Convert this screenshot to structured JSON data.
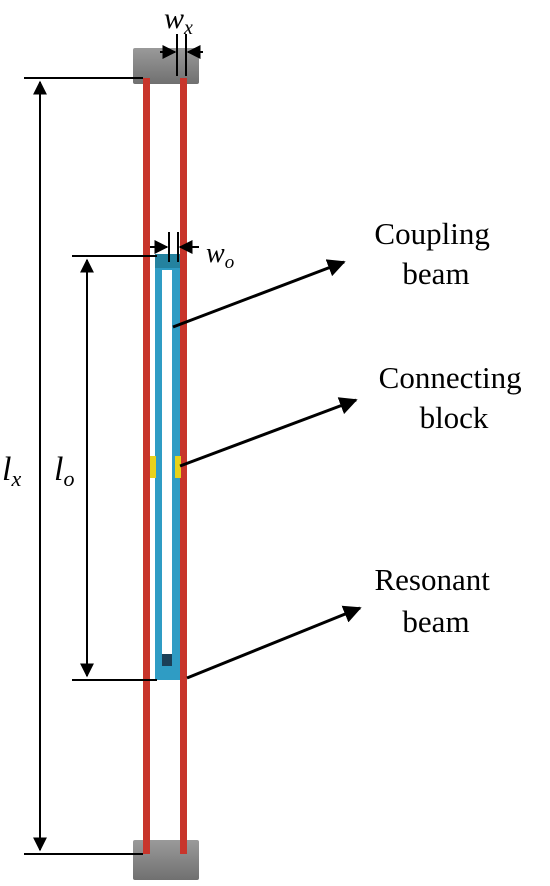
{
  "dimensions": {
    "total_length": {
      "symbol": "l",
      "subscript": "x"
    },
    "coupling_length": {
      "symbol": "l",
      "subscript": "o"
    },
    "beam_width": {
      "symbol": "w",
      "subscript": "x"
    },
    "coupling_width": {
      "symbol": "w",
      "subscript": "o"
    }
  },
  "callouts": {
    "coupling_beam": {
      "line1": "Coupling",
      "line2": "beam"
    },
    "connecting_block": {
      "line1": "Connecting",
      "line2": "block"
    },
    "resonant_beam": {
      "line1": "Resonant",
      "line2": "beam"
    }
  },
  "colors": {
    "resonant_beam": "#c8352b",
    "coupling_beam": "#2f9cc4",
    "connecting_block": "#e8d21a",
    "anchor": "#8f8f8f",
    "dimension_line": "#000000"
  }
}
